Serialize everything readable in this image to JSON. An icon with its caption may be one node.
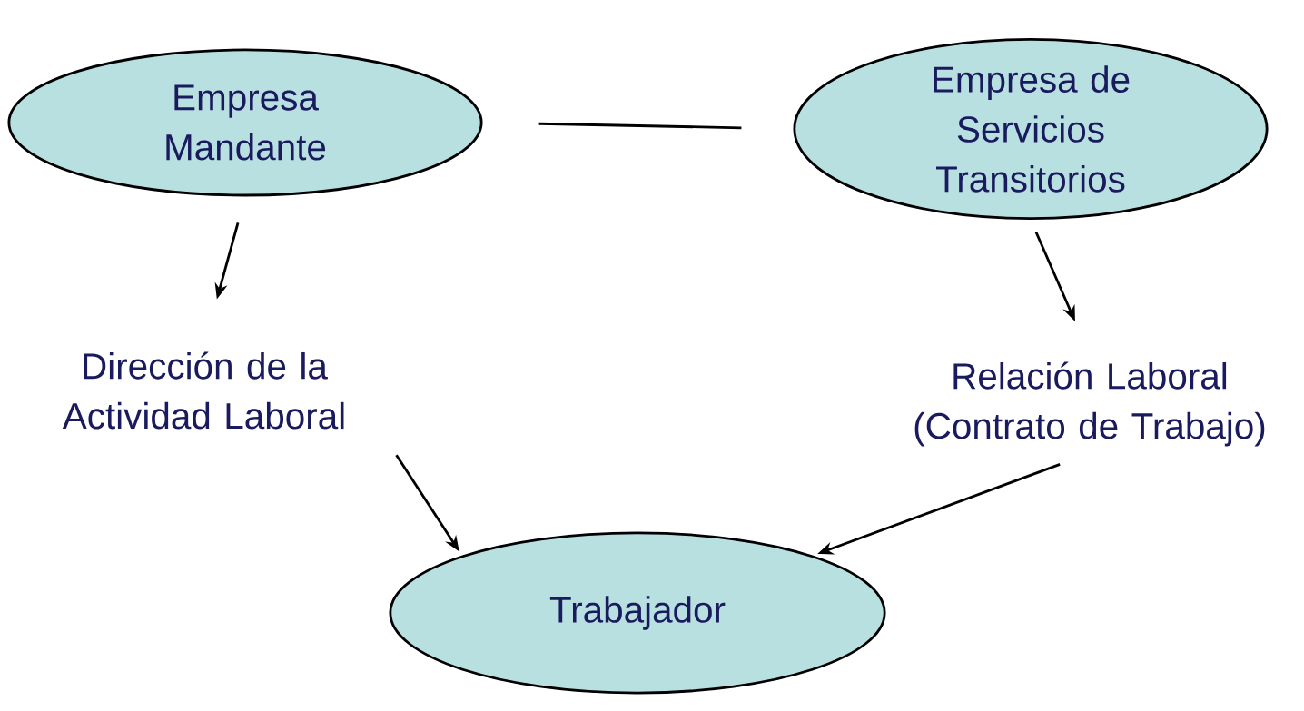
{
  "diagram": {
    "nodes": [
      {
        "text": [
          "Empresa Mandante"
        ]
      },
      {
        "text": [
          "Empresa de Servicios Transitorios"
        ]
      },
      {
        "text": [
          "Dirección de la Actividad Laboral"
        ]
      },
      {
        "text": [
          "Relación Laboral (Contrato de Trabajo)"
        ]
      },
      {
        "text": [
          "Trabajador"
        ]
      }
    ],
    "edges": [
      {
        "from": 0,
        "to": 1,
        "arrow": "none"
      },
      {
        "from": 0,
        "to": 2,
        "arrow": "to"
      },
      {
        "from": 1,
        "to": 3,
        "arrow": "to"
      },
      {
        "from": 2,
        "to": 4,
        "arrow": "to"
      },
      {
        "from": 3,
        "to": 4,
        "arrow": "to"
      }
    ]
  }
}
